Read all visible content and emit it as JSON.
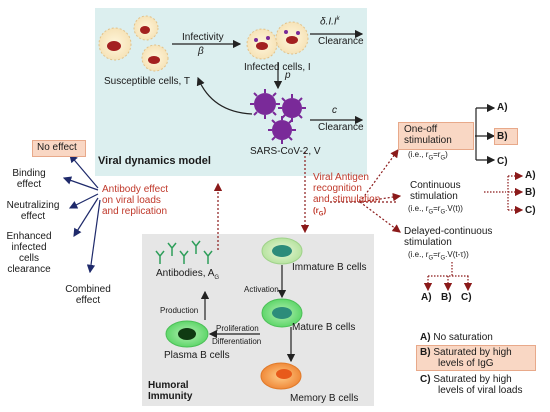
{
  "viral_model": {
    "title": "Viral dynamics model",
    "susceptible": "Susceptible cells, T",
    "infected": "Infected cells, I",
    "virus": "SARS-CoV-2, V",
    "infectivity": "Infectivity",
    "beta": "β",
    "p": "p",
    "c": "c",
    "clearance_i": "Clearance",
    "clearance_v": "Clearance",
    "delta": "δ.I.I",
    "delta_sup": "k"
  },
  "antibody_effect": {
    "label_line1": "Antibody effect",
    "label_line2": "on viral loads",
    "label_line3": "and replication",
    "no_effect": "No effect",
    "binding": [
      "Binding",
      "effect"
    ],
    "neutralizing": [
      "Neutralizing",
      "effect"
    ],
    "enhanced": [
      "Enhanced",
      "infected",
      "cells",
      "clearance"
    ],
    "combined": [
      "Combined",
      "effect"
    ]
  },
  "antigen": {
    "line1": "Viral Antigen",
    "line2": "recognition",
    "line3": "and stimulation",
    "symbol": "(r",
    "symbol_sub": "G",
    "symbol_end": ")"
  },
  "stimulation": {
    "one_off": [
      "One-off",
      "stimulation"
    ],
    "one_off_formula": "(i.e., r",
    "one_off_rest": "=r",
    "continuous": [
      "Continuous",
      "stimulation"
    ],
    "continuous_formula": "(i.e., r",
    "continuous_rest": "=r",
    "continuous_tail": ".V(t))",
    "delayed": [
      "Delayed-continuous",
      "stimulation"
    ],
    "delayed_formula": "(i.e., r",
    "delayed_rest": "=r",
    "delayed_tail": ".V(t-τ))",
    "sub": "G",
    "options": [
      "A)",
      "B)",
      "C)"
    ]
  },
  "legend": {
    "a_key": "A)",
    "a_text": "No saturation",
    "b_key": "B)",
    "b_text": [
      "Saturated by high",
      "levels of IgG"
    ],
    "c_key": "C)",
    "c_text": [
      "Saturated by high",
      "levels of viral loads"
    ]
  },
  "humoral": {
    "title": [
      "Humoral",
      "Immunity"
    ],
    "antibodies": "Antibodies, A",
    "antibodies_sub": "G",
    "immature": "Immature B cells",
    "mature": "Mature B cells",
    "memory": "Memory B cells",
    "plasma": "Plasma B cells",
    "activation": "Activation",
    "production": "Production",
    "proliferation": "Proliferation",
    "differentiation": "Differentiation"
  },
  "colors": {
    "panel_blue": "#dcefef",
    "panel_gray": "#e6e6e6",
    "peach": "#f9d7c4",
    "red_text": "#c0392b",
    "arrow_navy": "#1f2a6b",
    "virus_purple": "#7a2a99"
  }
}
